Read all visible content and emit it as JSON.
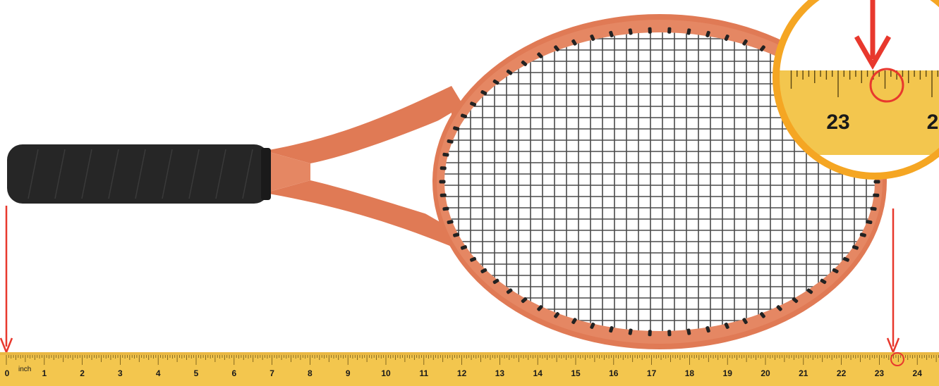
{
  "ruler": {
    "unit_label": "inch",
    "numbers": [
      "0",
      "1",
      "2",
      "3",
      "4",
      "5",
      "6",
      "7",
      "8",
      "9",
      "10",
      "11",
      "12",
      "13",
      "14",
      "15",
      "16",
      "17",
      "18",
      "19",
      "20",
      "21",
      "22",
      "23",
      "24"
    ],
    "color": "#f3c64e"
  },
  "magnifier": {
    "labels": [
      "23",
      "2"
    ],
    "ring_color": "#f5a623"
  },
  "racket": {
    "frame_color": "#e07a55",
    "grip_color": "#262626",
    "string_color": "#4a4a4a"
  },
  "markers": {
    "arrow_color": "#e8382d"
  }
}
